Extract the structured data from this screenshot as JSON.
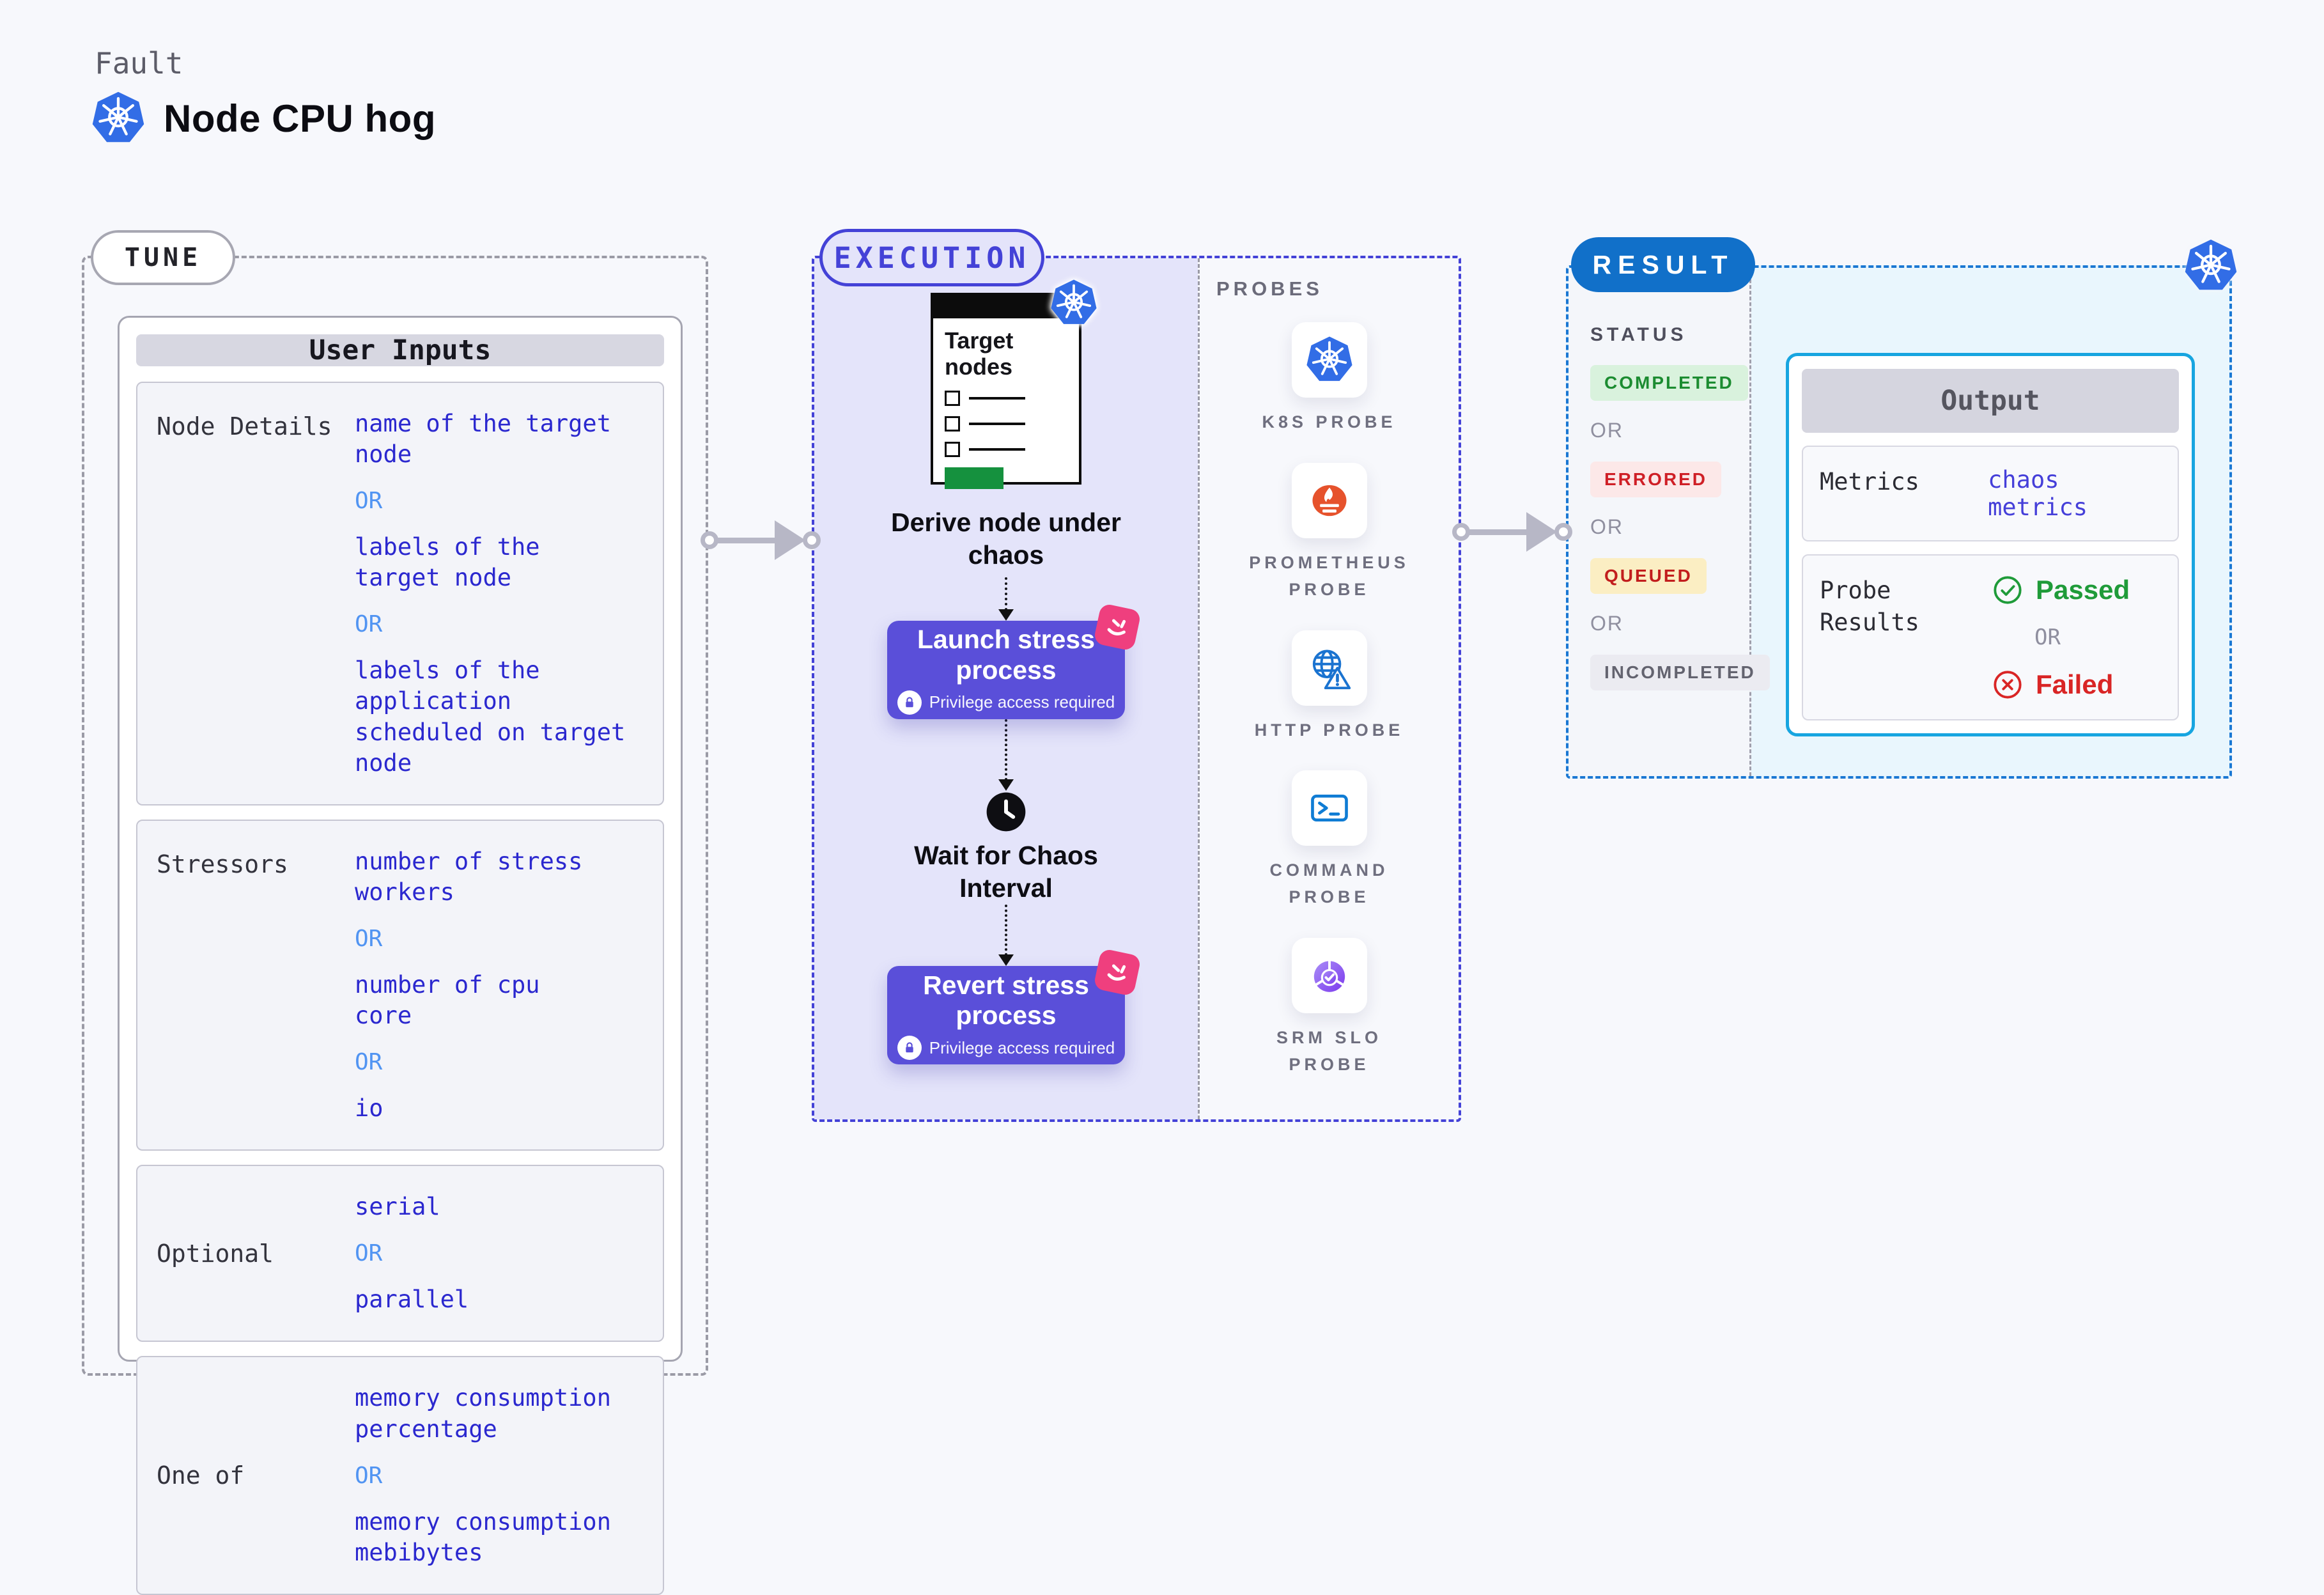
{
  "header": {
    "kicker": "Fault",
    "title": "Node CPU hog",
    "logo_icon": "kubernetes-icon"
  },
  "tune": {
    "pill": "TUNE",
    "card_title": "User Inputs",
    "rows": [
      {
        "label": "Node Details",
        "options": [
          {
            "type": "value",
            "text": "name of the target\nnode"
          },
          {
            "type": "or",
            "text": "OR"
          },
          {
            "type": "value",
            "text": "labels of the\ntarget node"
          },
          {
            "type": "or",
            "text": "OR"
          },
          {
            "type": "value",
            "text": "labels of the application\n scheduled on target node"
          }
        ]
      },
      {
        "label": "Stressors",
        "options": [
          {
            "type": "value",
            "text": "number of stress\nworkers"
          },
          {
            "type": "or",
            "text": "OR"
          },
          {
            "type": "value",
            "text": "number of cpu\ncore"
          },
          {
            "type": "or",
            "text": "OR"
          },
          {
            "type": "value",
            "text": "io"
          }
        ]
      },
      {
        "label": "Optional",
        "options": [
          {
            "type": "value",
            "text": "serial"
          },
          {
            "type": "or",
            "text": "OR"
          },
          {
            "type": "value",
            "text": "parallel"
          }
        ]
      },
      {
        "label": "One of",
        "options": [
          {
            "type": "value",
            "text": "memory consumption\npercentage"
          },
          {
            "type": "or",
            "text": "OR"
          },
          {
            "type": "value",
            "text": "memory consumption\nmebibytes"
          }
        ]
      }
    ]
  },
  "execution": {
    "pill": "EXECUTION",
    "window_title": "Target nodes",
    "derive_label": "Derive node under\nchaos",
    "launch_title": "Launch stress\nprocess",
    "launch_note": "Privilege access required",
    "wait_label": "Wait for Chaos\nInterval",
    "revert_title": "Revert stress\nprocess",
    "revert_note": "Privilege access required"
  },
  "probes": {
    "heading": "PROBES",
    "items": [
      {
        "label": "K8S PROBE",
        "icon": "kubernetes-icon"
      },
      {
        "label": "PROMETHEUS\nPROBE",
        "icon": "prometheus-icon"
      },
      {
        "label": "HTTP PROBE",
        "icon": "http-globe-icon"
      },
      {
        "label": "COMMAND\nPROBE",
        "icon": "terminal-icon"
      },
      {
        "label": "SRM SLO\nPROBE",
        "icon": "srm-slo-icon"
      }
    ]
  },
  "result": {
    "pill": "RESULT",
    "status_heading": "STATUS",
    "or": "OR",
    "statuses": [
      {
        "label": "COMPLETED",
        "fg": "#1c8c31",
        "bg": "#d9f2dd"
      },
      {
        "label": "ERRORED",
        "fg": "#cf1f26",
        "bg": "#fce8e8"
      },
      {
        "label": "QUEUED",
        "fg": "#c21d1d",
        "bg": "#fbeec3"
      },
      {
        "label": "INCOMPLETED",
        "fg": "#63636f",
        "bg": "#ebebf1"
      }
    ],
    "output": {
      "title": "Output",
      "metrics_label": "Metrics",
      "metrics_value": "chaos metrics",
      "probe_results_label": "Probe\nResults",
      "passed": "Passed",
      "failed": "Failed"
    }
  },
  "colors": {
    "page_bg": "#f7f8fc",
    "accent_indigo": "#4442d7",
    "accent_blue": "#1170c9",
    "value_blue": "#2b28cf",
    "or_light_blue": "#5194f2",
    "button_purple": "#5a4fd9",
    "badge_pink": "#ef3f7e",
    "cyan_border": "#17a5e0",
    "k8s_blue": "#326de6",
    "prometheus_orange": "#e6522c",
    "passed_green": "#1f9b39",
    "failed_red": "#d92525",
    "arrow_gray": "#b7b7c6"
  }
}
